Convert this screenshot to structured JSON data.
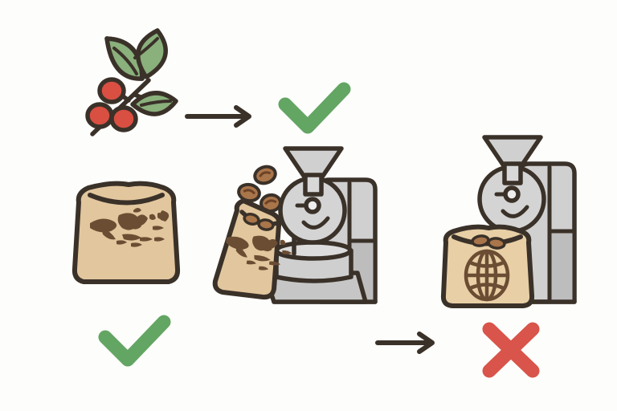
{
  "illustration": {
    "title": "Coffee sourcing and roasting flow diagram",
    "background_color": "#fdfdfb",
    "line_color": "#3a3129",
    "palette": {
      "outline": "#3a3129",
      "leaf_green": "#7ea571",
      "cherry_red": "#d94f42",
      "check_green": "#63a563",
      "cross_red": "#d9544a",
      "burlap_light": "#e8cfa5",
      "burlap_dark": "#d4b78c",
      "bean_brown": "#a9754a",
      "bean_dark": "#7b4f31",
      "metal_light": "#dcdcdc",
      "metal_mid": "#c9c9c9",
      "metal_dark": "#b0b0b0",
      "arrow_color": "#3a3129"
    },
    "scenes": [
      {
        "id": "scene-origin-approved",
        "name": "Coffee cherry branch approved",
        "elements": [
          {
            "name": "coffee-branch-icon",
            "label": "Coffee branch with cherries",
            "leaves": 3,
            "cherries": 3
          },
          {
            "name": "arrow-right-icon",
            "label": "Arrow pointing right"
          },
          {
            "name": "check-mark-icon",
            "label": "Approved check mark",
            "status": "approved"
          }
        ]
      },
      {
        "id": "scene-sack-approved",
        "name": "Indonesian origin sack approved",
        "elements": [
          {
            "name": "burlap-sack-map-icon",
            "label": "Burlap sack with Indonesia archipelago map",
            "emblem": "indonesia-map"
          },
          {
            "name": "check-mark-icon",
            "label": "Approved check mark",
            "status": "approved"
          }
        ]
      },
      {
        "id": "scene-roasting",
        "name": "Beans poured into roaster",
        "elements": [
          {
            "name": "tilted-sack-icon",
            "label": "Tilted burlap sack pouring beans",
            "emblem": "indonesia-map"
          },
          {
            "name": "coffee-beans-icon",
            "label": "Falling coffee beans",
            "count": 3
          },
          {
            "name": "coffee-roaster-icon",
            "label": "Coffee roasting machine with hopper and drum"
          }
        ]
      },
      {
        "id": "scene-global-rejected",
        "name": "Generic global origin rejected",
        "elements": [
          {
            "name": "globe-sack-icon",
            "label": "Burlap sack with globe emblem",
            "emblem": "globe"
          },
          {
            "name": "coffee-roaster-icon",
            "label": "Coffee roasting machine with hopper and drum"
          },
          {
            "name": "arrow-right-icon",
            "label": "Arrow pointing right"
          },
          {
            "name": "cross-mark-icon",
            "label": "Rejected cross mark",
            "status": "rejected"
          }
        ]
      }
    ]
  }
}
